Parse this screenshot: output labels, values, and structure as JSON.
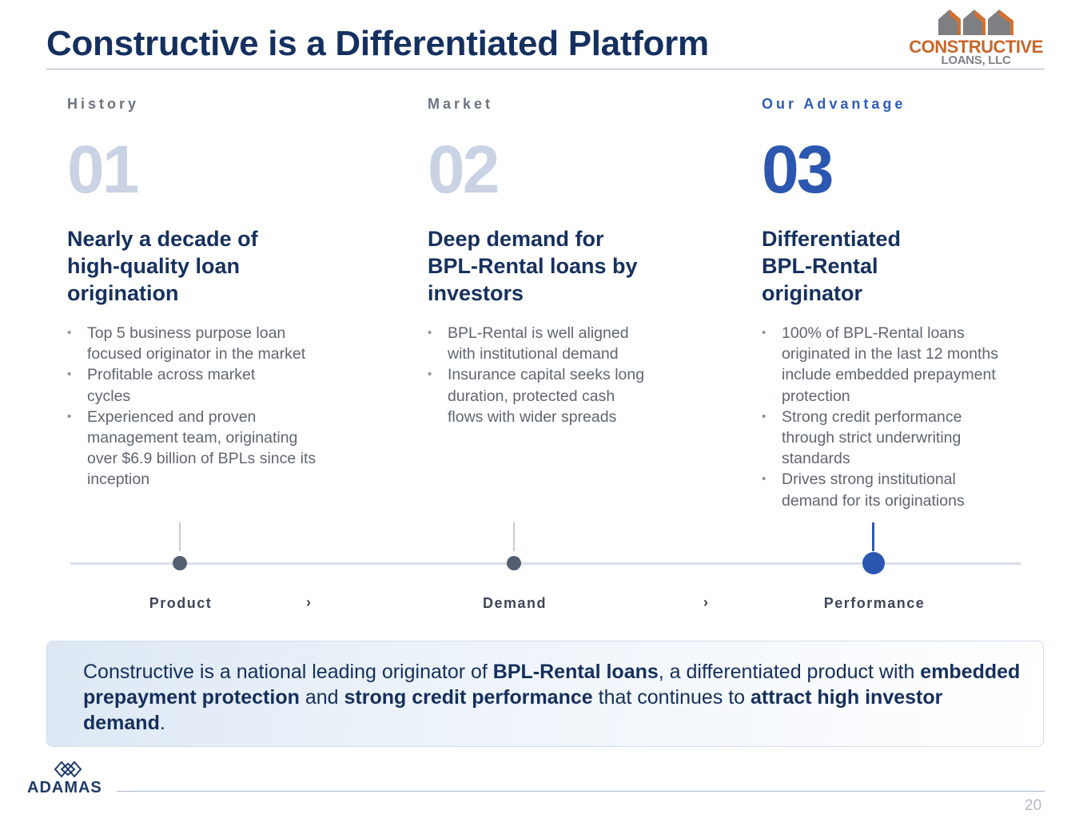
{
  "page": {
    "title": "Constructive is a Differentiated Platform",
    "page_number": "20"
  },
  "logo": {
    "name": "CONSTRUCTIVE",
    "subtitle": "LOANS, LLC",
    "colors": {
      "roof": "#7d7f83",
      "accent": "#d2712f"
    }
  },
  "columns": [
    {
      "kicker": "History",
      "number": "01",
      "heading": "Nearly a decade of high-quality loan origination",
      "bullets": [
        "Top 5 business purpose loan focused originator in the market",
        "Profitable across market cycles",
        "Experienced and proven management team, originating over $6.9 billion of BPLs since its inception"
      ]
    },
    {
      "kicker": "Market",
      "number": "02",
      "heading": "Deep demand for BPL-Rental loans by investors",
      "bullets": [
        "BPL-Rental is well aligned with institutional demand",
        "Insurance capital seeks long duration, protected cash flows with wider spreads"
      ]
    },
    {
      "kicker": "Our Advantage",
      "number": "03",
      "heading": "Differentiated BPL-Rental originator",
      "bullets": [
        "100% of BPL-Rental loans originated in the last 12 months include embedded prepayment protection",
        "Strong credit performance through strict underwriting standards",
        "Drives strong institutional demand for its originations"
      ]
    }
  ],
  "timeline": {
    "steps": [
      "Product",
      "Demand",
      "Performance"
    ],
    "separator": "›",
    "active_step": "Performance"
  },
  "callout": {
    "t1": "Constructive is a national leading originator of ",
    "b1": "BPL-Rental loans",
    "t2": ", a differentiated product with ",
    "b2": "embedded prepayment protection",
    "t3": " and ",
    "b3": "strong credit performance",
    "t4": " that continues to ",
    "b4": "attract high investor demand",
    "t5": "."
  },
  "footer": {
    "brand": "ADAMAS"
  },
  "colors": {
    "navy": "#15305f",
    "accent_blue": "#2c57b0",
    "muted_number": "#c9d3e3"
  }
}
